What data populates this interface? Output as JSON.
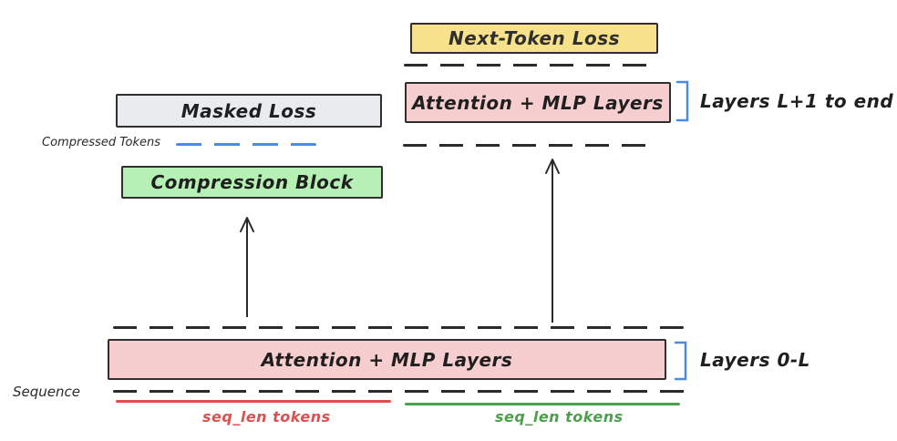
{
  "diagram": {
    "title_hint": "compression transformer flow",
    "top_branch": {
      "next_token_loss": "Next-Token Loss",
      "attention_mlp_upper": "Attention + MLP Layers",
      "layers_upper_label": "Layers L+1 to end"
    },
    "left_branch": {
      "masked_loss": "Masked Loss",
      "compressed_tokens_label": "Compressed Tokens",
      "compression_block": "Compression Block"
    },
    "bottom": {
      "attention_mlp_lower": "Attention + MLP Layers",
      "layers_lower_label": "Layers 0-L",
      "sequence_label": "Sequence",
      "seq_len_red": "seq_len tokens",
      "seq_len_green": "seq_len tokens"
    },
    "colors": {
      "yellow_fill": "#f7e28b",
      "pink_fill": "#f6cecf",
      "green_fill": "#b6f0b4",
      "gray_fill": "#e9ecef",
      "stroke": "#2f2f2f",
      "bracket_blue": "#4e8ae0",
      "compressed_tokens_blue": "#4e8ae0",
      "seq_red": "#db5050",
      "seq_green": "#4ba04b"
    }
  }
}
